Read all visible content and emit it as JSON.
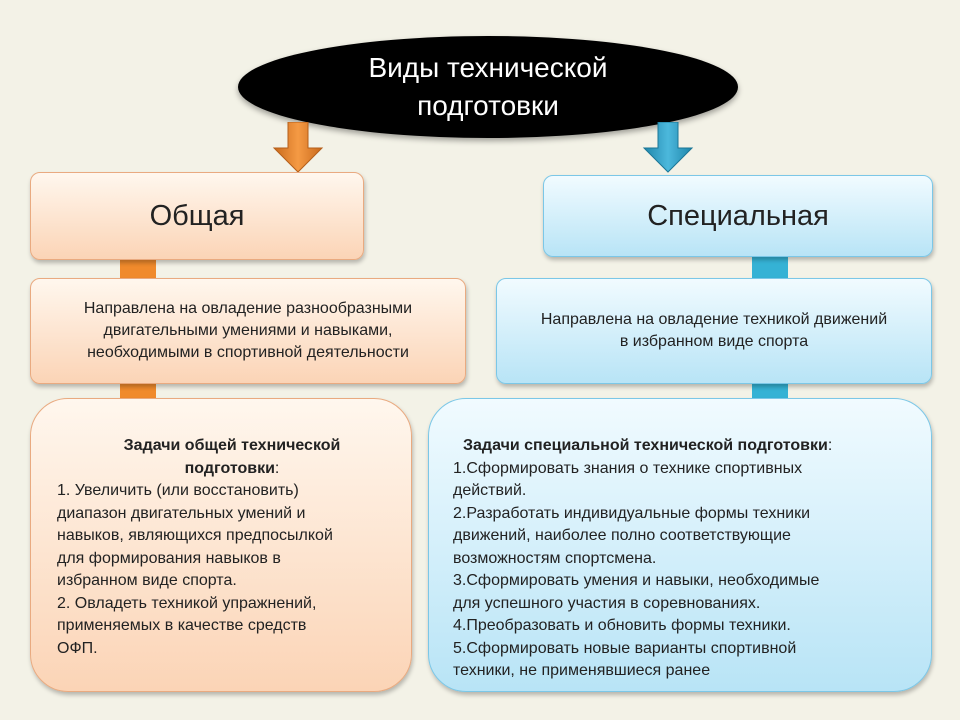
{
  "title": {
    "line1": "Виды технической",
    "line2": "подготовки"
  },
  "colors": {
    "orange_arrow": "#e8822a",
    "blue_arrow": "#2f9fc4"
  },
  "general": {
    "heading": "Общая",
    "description": [
      "Направлена на овладение разнообразными",
      "двигательными умениями и навыками,",
      "необходимыми в спортивной деятельности"
    ],
    "tasks_title": [
      "Задачи общей технической",
      "подготовки"
    ],
    "tasks_title_suffix": ":",
    "tasks": [
      "1. Увеличить (или восстановить)",
      "диапазон двигательных умений и",
      "навыков, являющихся предпосылкой",
      "для формирования навыков в",
      "избранном виде спорта.",
      "2. Овладеть техникой упражнений,",
      "применяемых в качестве средств",
      "ОФП."
    ]
  },
  "special": {
    "heading": "Специальная",
    "description": [
      "Направлена на овладение техникой движений",
      "в избранном виде спорта"
    ],
    "tasks_title": "Задачи специальной технической подготовки",
    "tasks_title_suffix": ":",
    "tasks": [
      "1.Сформировать знания о технике спортивных",
      "действий.",
      "2.Разработать индивидуальные формы техники",
      "движений, наиболее полно соответствующие",
      "возможностям спортсмена.",
      "3.Сформировать умения и навыки, необходимые",
      "для успешного участия в соревнованиях.",
      "4.Преобразовать и обновить формы техники.",
      "5.Сформировать новые варианты спортивной",
      "техники, не применявшиеся ранее"
    ]
  }
}
